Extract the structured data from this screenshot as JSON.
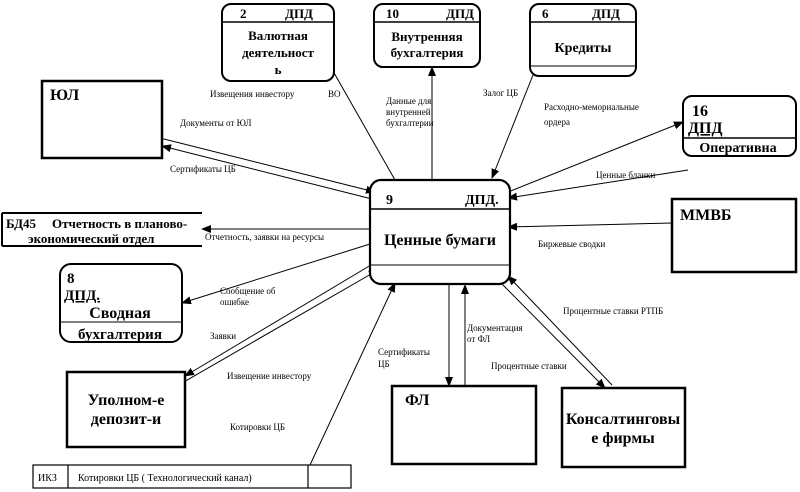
{
  "processes": {
    "p2": {
      "num": "2",
      "code": "ДПД",
      "title_lines": [
        "Валютная",
        "деятельност",
        "ь"
      ]
    },
    "p10": {
      "num": "10",
      "code": "ДПД",
      "title_lines": [
        "Внутренняя",
        "бухгалтерия"
      ]
    },
    "p6": {
      "num": "6",
      "code": "ДПД",
      "title_lines": [
        "Кредиты"
      ]
    },
    "p16": {
      "num": "16",
      "code": "ДПД",
      "title": "Оперативна"
    },
    "p9": {
      "num": "9",
      "code": "ДПД.",
      "title": "Ценные бумаги"
    },
    "p8": {
      "num": "8",
      "code": "ДПД.",
      "title_lines": [
        "Сводная",
        "бухгалтерия"
      ]
    }
  },
  "entities": {
    "yul": {
      "label": "ЮЛ"
    },
    "mmvb": {
      "label": "ММВБ"
    },
    "depo": {
      "label_lines": [
        "Уполном-е",
        "депозит-и"
      ]
    },
    "fl": {
      "label": "ФЛ"
    },
    "konsalt": {
      "label_lines": [
        "Консалтинговы",
        "е фирмы"
      ]
    }
  },
  "stores": {
    "bd45": {
      "id": "БД45",
      "name_lines": [
        "Отчетность в планово-",
        "экономический отдел"
      ]
    },
    "ikz": {
      "id": "ИКЗ",
      "name": "Котировки ЦБ ( Технологический канал)"
    }
  },
  "flows": {
    "f_p2": "Извещения инвестору",
    "f_vo": "ВО",
    "f_p10_lines": [
      "Данные     для",
      "внутренней",
      "бухгалтерии"
    ],
    "f_p6": "Залог ЦБ",
    "f_p16_lines": [
      "Расходно-мемориальные",
      "ордера"
    ],
    "f_yul_docs": "Документы от ЮЛ",
    "f_yul_cert": "Сертификаты ЦБ",
    "f_blanks": "Ценные бланки",
    "f_report": "Отчетность, заявки на ресурсы",
    "f_mmvb": "Биржевые сводки",
    "f_error_lines": [
      "Сообщение об",
      "ошибке"
    ],
    "f_orders": "Заявки",
    "f_notice": "Извещение инвестору",
    "f_quotes": "Котировки ЦБ",
    "f_fl_cert_lines": [
      "Сертификаты",
      "ЦБ"
    ],
    "f_fl_docs_lines": [
      "Документация",
      "от ФЛ"
    ],
    "f_rates_rtpb": "Процентные ставки РТПБ",
    "f_rates": "Процентные ставки"
  }
}
